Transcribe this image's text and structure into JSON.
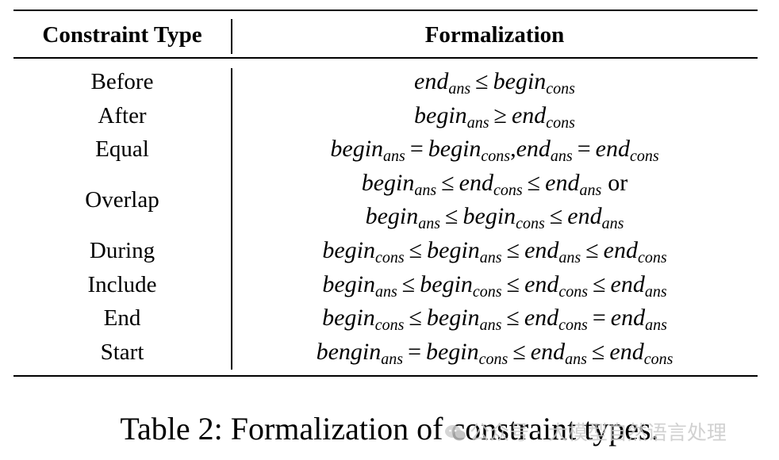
{
  "table": {
    "headers": {
      "type": "Constraint Type",
      "formalization": "Formalization"
    },
    "rows": [
      {
        "type": "Before",
        "lines": [
          [
            [
              "end",
              "ans"
            ],
            "≤",
            [
              "begin",
              "cons"
            ]
          ]
        ]
      },
      {
        "type": "After",
        "lines": [
          [
            [
              "begin",
              "ans"
            ],
            "≥",
            [
              "end",
              "cons"
            ]
          ]
        ]
      },
      {
        "type": "Equal",
        "lines": [
          [
            [
              "begin",
              "ans"
            ],
            "=",
            [
              "begin",
              "cons"
            ],
            ",",
            [
              "end",
              "ans"
            ],
            "=",
            [
              "end",
              "cons"
            ]
          ]
        ]
      },
      {
        "type": "Overlap",
        "lines": [
          [
            [
              "begin",
              "ans"
            ],
            "≤",
            [
              "end",
              "cons"
            ],
            "≤",
            [
              "end",
              "ans"
            ],
            "or"
          ],
          [
            [
              "begin",
              "ans"
            ],
            "≤",
            [
              "begin",
              "cons"
            ],
            "≤",
            [
              "end",
              "ans"
            ]
          ]
        ]
      },
      {
        "type": "During",
        "lines": [
          [
            [
              "begin",
              "cons"
            ],
            "≤",
            [
              "begin",
              "ans"
            ],
            "≤",
            [
              "end",
              "ans"
            ],
            "≤",
            [
              "end",
              "cons"
            ]
          ]
        ]
      },
      {
        "type": "Include",
        "lines": [
          [
            [
              "begin",
              "ans"
            ],
            "≤",
            [
              "begin",
              "cons"
            ],
            "≤",
            [
              "end",
              "cons"
            ],
            "≤",
            [
              "end",
              "ans"
            ]
          ]
        ]
      },
      {
        "type": "End",
        "lines": [
          [
            [
              "begin",
              "cons"
            ],
            "≤",
            [
              "begin",
              "ans"
            ],
            "≤",
            [
              "end",
              "cons"
            ],
            "=",
            [
              "end",
              "ans"
            ]
          ]
        ]
      },
      {
        "type": "Start",
        "lines": [
          [
            [
              "bengin",
              "ans"
            ],
            "=",
            [
              "begin",
              "cons"
            ],
            "≤",
            [
              "end",
              "ans"
            ],
            "≤",
            [
              "end",
              "cons"
            ]
          ]
        ]
      }
    ]
  },
  "caption": "Table 2: Formalization of constraint types.",
  "watermark": {
    "text": "公众号 · 大模型自然语言处理",
    "icon": "wechat-icon"
  }
}
